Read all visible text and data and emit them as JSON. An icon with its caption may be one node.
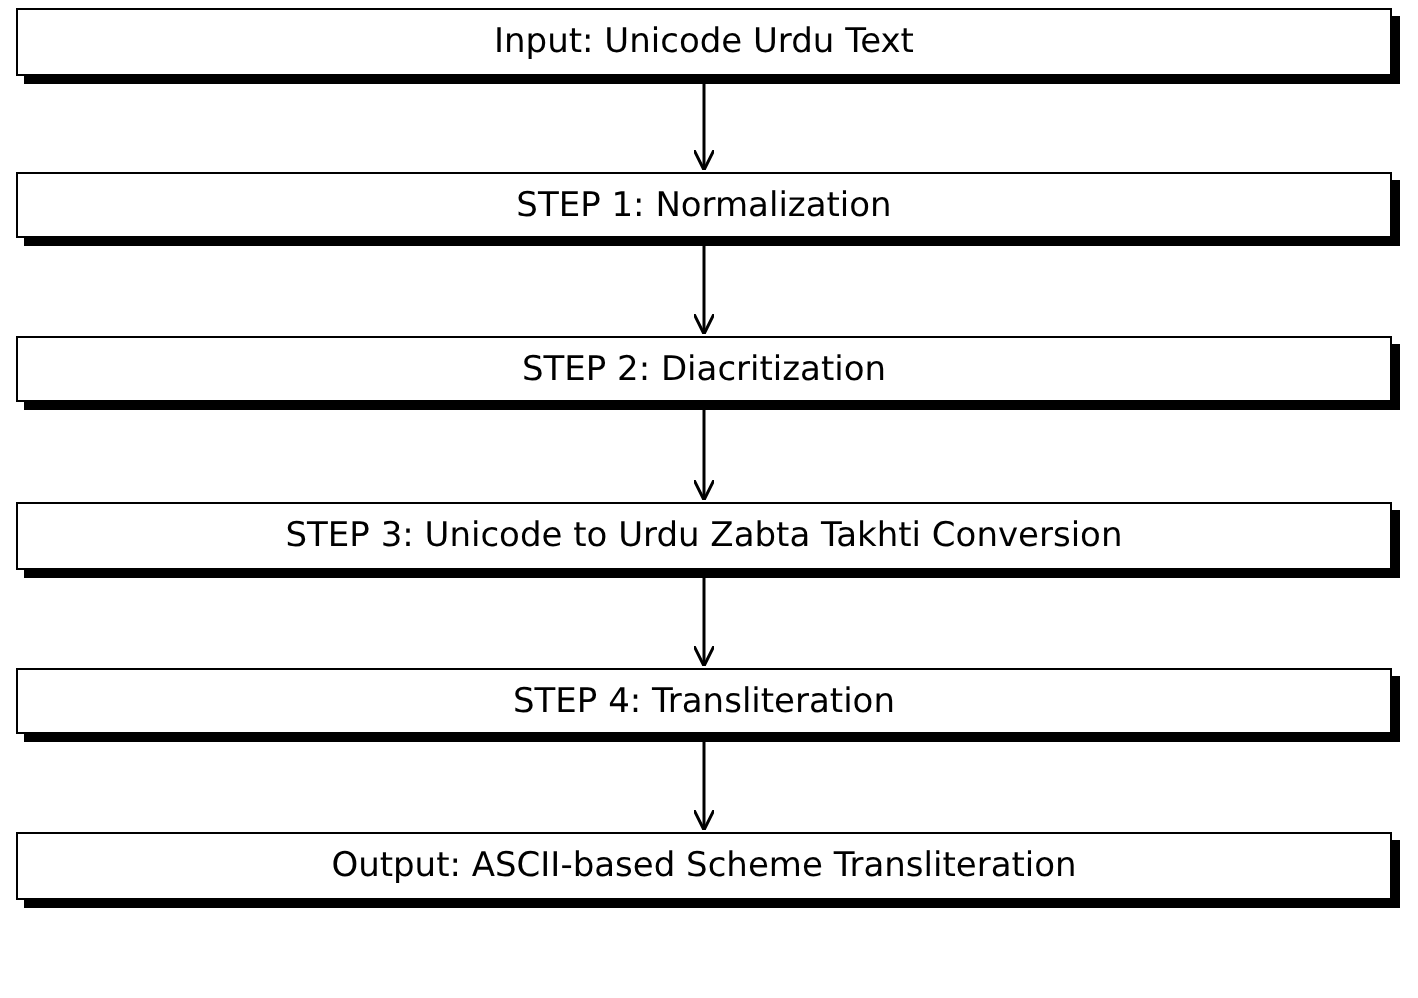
{
  "diagram": {
    "nodes": [
      {
        "text": [
          "Input: Unicode Urdu Text"
        ]
      },
      {
        "text": [
          "STEP 1: Normalization"
        ]
      },
      {
        "text": [
          "STEP 2: Diacritization"
        ]
      },
      {
        "text": [
          "STEP 3: Unicode to Urdu Zabta Takhti Conversion"
        ]
      },
      {
        "text": [
          "STEP 4: Transliteration"
        ]
      },
      {
        "text": [
          "Output: ASCII-based Scheme Transliteration"
        ]
      }
    ],
    "edges": [
      {
        "from": 0,
        "to": 1,
        "arrow": "to"
      },
      {
        "from": 1,
        "to": 2,
        "arrow": "to"
      },
      {
        "from": 2,
        "to": 3,
        "arrow": "to"
      },
      {
        "from": 3,
        "to": 4,
        "arrow": "to"
      },
      {
        "from": 4,
        "to": 5,
        "arrow": "to"
      }
    ]
  }
}
